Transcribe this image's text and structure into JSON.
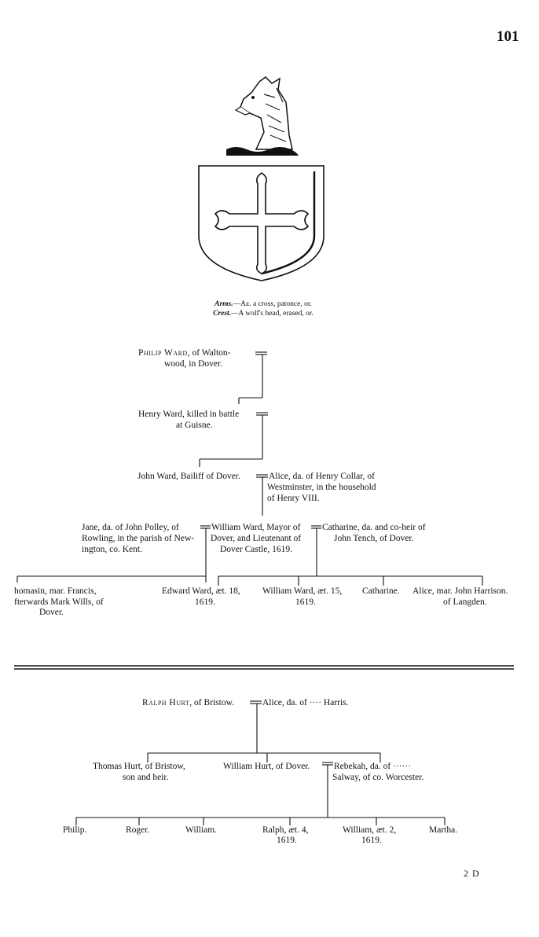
{
  "page": {
    "number": "101",
    "signature": "2 D"
  },
  "arms": {
    "arms_label": "Arms.",
    "arms_text": "—Az. a cross, patonce, or.",
    "crest_label": "Crest.",
    "crest_text": "—A wolf's head, erased, or."
  },
  "ward_pedigree": {
    "philip": {
      "name": "Philip Ward",
      "line1": ", of Walton-",
      "line2": "wood, in Dover."
    },
    "henry": {
      "line1": "Henry Ward, killed in battle",
      "line2": "at Guisne."
    },
    "john": {
      "line1": "John Ward, Bailiff of Dover."
    },
    "alice_collar": {
      "line1": "Alice, da. of Henry Collar, of",
      "line2": "Westminster, in the household",
      "line3": "of Henry VIII."
    },
    "jane": {
      "line1": "Jane, da. of John Polley, of",
      "line2": "Rowling, in the parish of New-",
      "line3": "ington, co. Kent."
    },
    "william": {
      "line1": "William Ward, Mayor of",
      "line2": "Dover, and Lieutenant of",
      "line3": "Dover Castle, 1619."
    },
    "catharine_tench": {
      "line1": "Catharine, da. and co-heir of",
      "line2": "John Tench, of Dover."
    },
    "thomasin": {
      "line1": "homasin, mar. Francis,",
      "line2": "fterwards Mark Wills, of",
      "line3": "Dover."
    },
    "edward": {
      "line1": "Edward Ward, æt. 18,",
      "line2": "1619."
    },
    "william_jr": {
      "line1": "William Ward, æt. 15,",
      "line2": "1619."
    },
    "catharine": {
      "line1": "Catharine."
    },
    "alice_harrison": {
      "line1": "Alice, mar. John Harrison.",
      "line2": "of Langden."
    }
  },
  "hurt_pedigree": {
    "ralph": {
      "name": "Ralph Hurt",
      "line1": ", of Bristow."
    },
    "alice_harris": {
      "line1": "Alice, da. of ···· Harris."
    },
    "thomas": {
      "line1": "Thomas Hurt, of Bristow,",
      "line2": "son and heir."
    },
    "william": {
      "line1": "William Hurt, of Dover."
    },
    "rebekah": {
      "line1": "Rebekah, da. of ······",
      "line2": "Salway, of co. Worcester."
    },
    "children": [
      {
        "line1": "Philip."
      },
      {
        "line1": "Roger."
      },
      {
        "line1": "William."
      },
      {
        "line1": "Ralph, æt. 4,",
        "line2": "1619."
      },
      {
        "line1": "William, æt. 2,",
        "line2": "1619."
      },
      {
        "line1": "Martha."
      }
    ]
  }
}
